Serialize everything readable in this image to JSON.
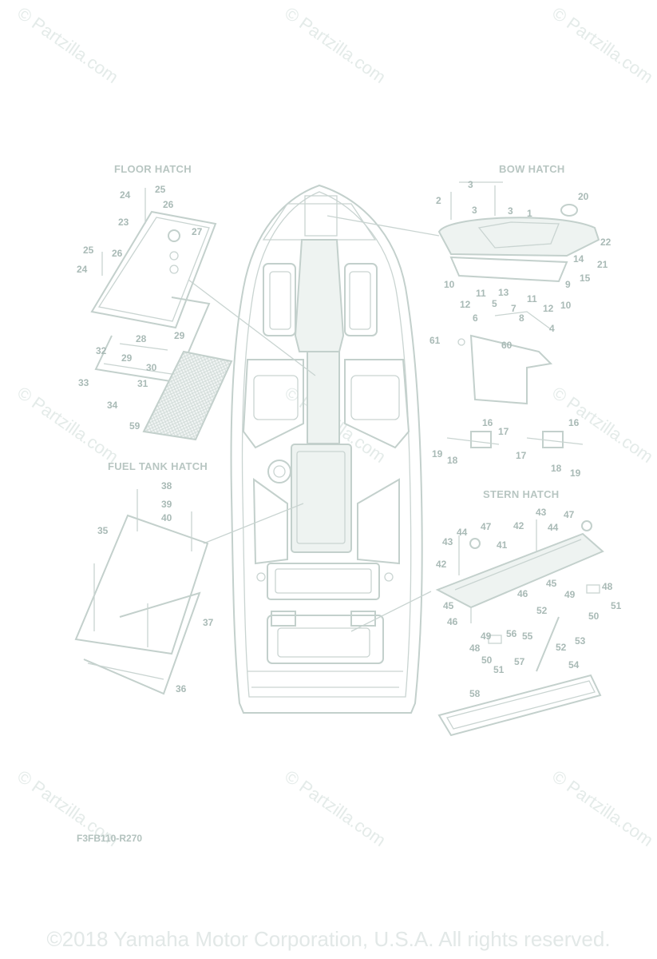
{
  "watermark": "© Partzilla.com",
  "sections": {
    "floor_hatch": "FLOOR HATCH",
    "bow_hatch": "BOW HATCH",
    "fuel_tank_hatch": "FUEL TANK HATCH",
    "stern_hatch": "STERN HATCH"
  },
  "part_numbers": [
    "1",
    "2",
    "3",
    "4",
    "5",
    "6",
    "7",
    "8",
    "9",
    "10",
    "11",
    "12",
    "13",
    "14",
    "15",
    "16",
    "17",
    "18",
    "19",
    "20",
    "21",
    "22",
    "23",
    "24",
    "25",
    "26",
    "27",
    "28",
    "29",
    "30",
    "31",
    "32",
    "33",
    "34",
    "35",
    "36",
    "37",
    "38",
    "39",
    "40",
    "41",
    "42",
    "43",
    "44",
    "45",
    "46",
    "47",
    "48",
    "49",
    "50",
    "51",
    "52",
    "53",
    "54",
    "55",
    "56",
    "57",
    "58",
    "59",
    "60",
    "61"
  ],
  "diagram_code": "F3FB110-R270",
  "copyright": "©2018  Yamaha Motor Corporation, U.S.A. All rights reserved.",
  "colors": {
    "line": "#c3d0cc",
    "text": "#a9bab6",
    "watermark": "#e4ebe9"
  }
}
